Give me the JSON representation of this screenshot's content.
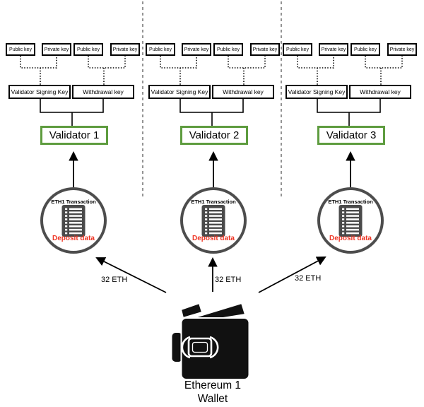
{
  "theme": {
    "accent_green": "#5e9c3f",
    "accent_red": "#ee3524",
    "circle_gray": "#4d4d4d",
    "icon_gray": "#4a4a4a",
    "divider_gray": "#666666"
  },
  "icons": {
    "transaction_document": "list-document-icon",
    "wallet": "wallet-icon"
  },
  "diagram": {
    "columns": [
      {
        "keys_top": [
          "Public key",
          "Private key",
          "Public key",
          "Private key"
        ],
        "signing_key_label": "Validator Signing Key",
        "withdrawal_key_label": "Withdrawal key",
        "validator_label": "Validator 1",
        "transaction_title": "ETH1 Transaction",
        "transaction_caption": "Deposit data",
        "arrow_label": "32 ETH"
      },
      {
        "keys_top": [
          "Public key",
          "Private key",
          "Public key",
          "Private key"
        ],
        "signing_key_label": "Validator Signing Key",
        "withdrawal_key_label": "Withdrawal key",
        "validator_label": "Validator 2",
        "transaction_title": "ETH1 Transaction",
        "transaction_caption": "Deposit data",
        "arrow_label": "32 ETH"
      },
      {
        "keys_top": [
          "Public key",
          "Private key",
          "Public key",
          "Private key"
        ],
        "signing_key_label": "Validator Signing Key",
        "withdrawal_key_label": "Withdrawal key",
        "validator_label": "Validator 3",
        "transaction_title": "ETH1 Transaction",
        "transaction_caption": "Deposit data",
        "arrow_label": "32 ETH"
      }
    ],
    "wallet": {
      "label_line1": "Ethereum 1",
      "label_line2": "Wallet"
    }
  }
}
